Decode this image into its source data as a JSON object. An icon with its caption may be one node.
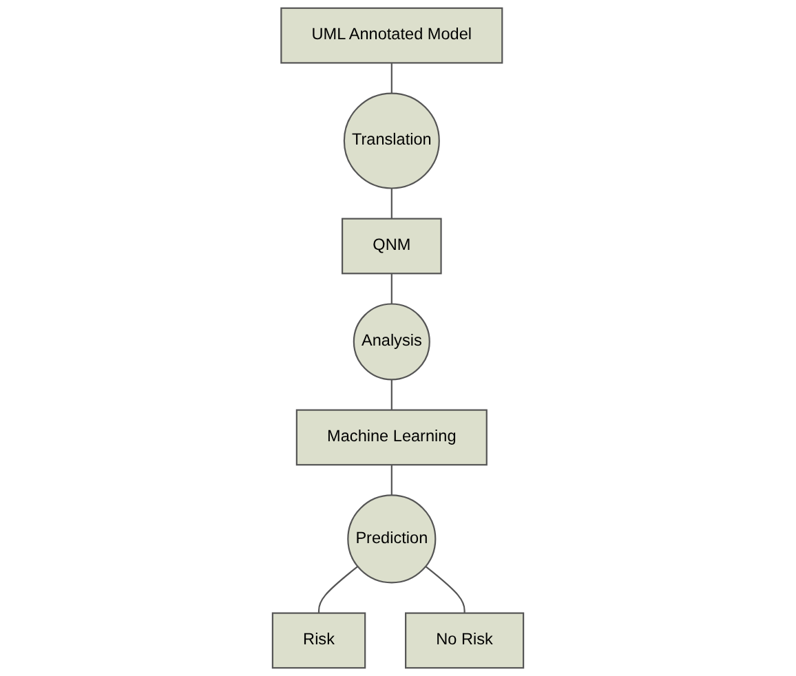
{
  "diagram": {
    "nodes": [
      {
        "text": [
          "UML Annotated Model"
        ]
      },
      {
        "text": [
          "Translation"
        ]
      },
      {
        "text": [
          "QNM"
        ]
      },
      {
        "text": [
          "Analysis"
        ]
      },
      {
        "text": [
          "Machine Learning"
        ]
      },
      {
        "text": [
          "Prediction"
        ]
      },
      {
        "text": [
          "Risk"
        ]
      },
      {
        "text": [
          "No Risk"
        ]
      }
    ],
    "edges": [
      {
        "from": 0,
        "to": 1,
        "arrow": "none"
      },
      {
        "from": 1,
        "to": 2,
        "arrow": "none"
      },
      {
        "from": 2,
        "to": 3,
        "arrow": "none"
      },
      {
        "from": 3,
        "to": 4,
        "arrow": "none"
      },
      {
        "from": 4,
        "to": 5,
        "arrow": "none"
      },
      {
        "from": 5,
        "to": 6,
        "arrow": "none"
      },
      {
        "from": 5,
        "to": 7,
        "arrow": "none"
      }
    ]
  }
}
